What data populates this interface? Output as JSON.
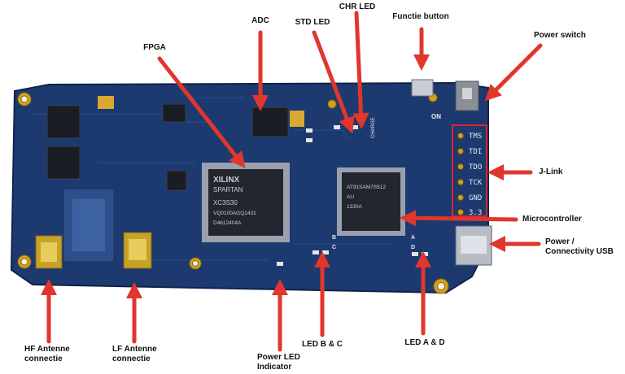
{
  "labels": {
    "adc": "ADC",
    "std_led": "STD LED",
    "chr_led": "CHR LED",
    "functie_button": "Functie button",
    "power_switch": "Power switch",
    "fpga": "FPGA",
    "jlink": "J-Link",
    "microcontroller": "Microcontroller",
    "power_usb_line1": "Power /",
    "power_usb_line2": "Connectivity USB",
    "hf_line1": "HF Antenne",
    "hf_line2": "connectie",
    "lf_line1": "LF Antenne",
    "lf_line2": "connectie",
    "led_bc": "LED B & C",
    "led_ad": "LED A & D",
    "power_led_line1": "Power LED",
    "power_led_line2": "Indicator"
  },
  "board": {
    "jtag_pins": [
      "TMS",
      "TDI",
      "TDO",
      "TCK",
      "GND",
      "3.3"
    ],
    "switch_text": "ON",
    "fpga_chip_lines": [
      "XILINX",
      "SPARTAN",
      "XC3S30",
      "VQ0100AGQ1431",
      "D4612404A"
    ],
    "mcu_chip_lines": [
      "AT91SAM7S512",
      "AU",
      "1330A"
    ],
    "led_letters": [
      "A",
      "B",
      "C",
      "D"
    ],
    "charge_text": "CHARGE"
  },
  "colors": {
    "board": "#1c3a70",
    "arrow": "#e0362c",
    "jtag_box": "#d9262f"
  }
}
